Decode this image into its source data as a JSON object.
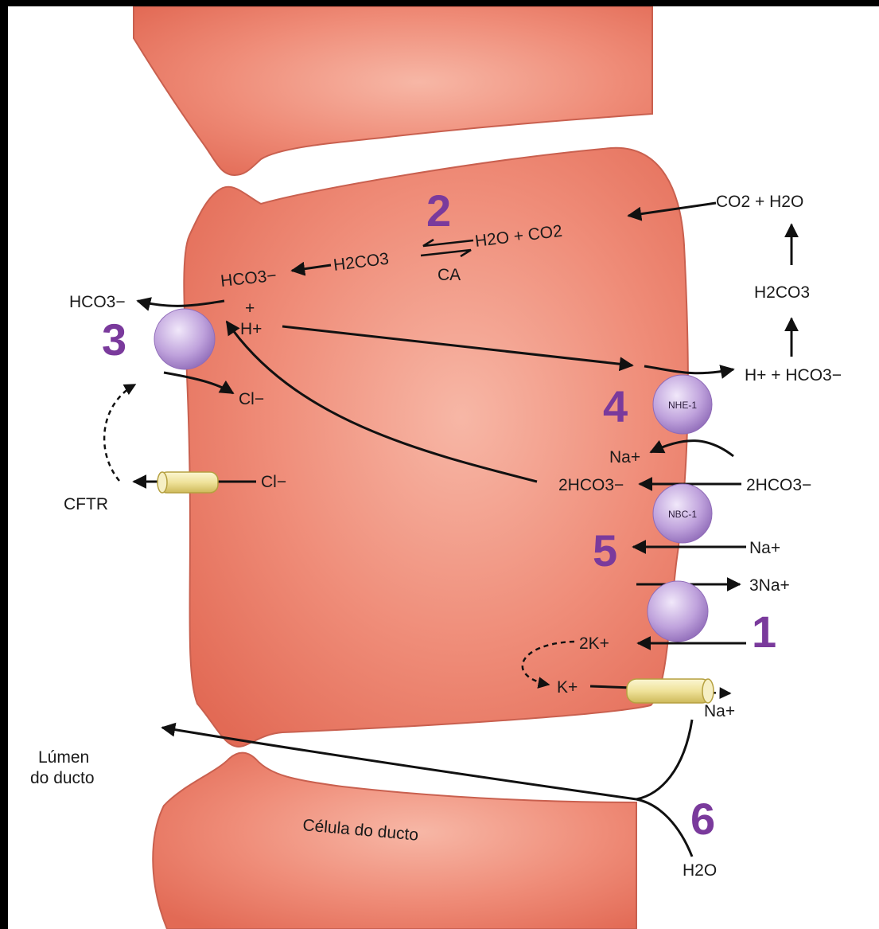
{
  "labels": {
    "hco3_out_left": "HCO3−",
    "hco3_in": "HCO3−",
    "h2co3_in": "H2CO3",
    "h2o_co2_in": "H2O + CO2",
    "ca": "CA",
    "co2_h2o_blood": "CO2 + H2O",
    "h2co3_blood": "H2CO3",
    "plus": "+",
    "h_plus_in": "H+",
    "h_hco3_blood": "H+ + HCO3−",
    "cl_in_top": "Cl−",
    "cftr": "CFTR",
    "cl_in_channel": "Cl−",
    "na_in_nhe": "Na+",
    "two_hco3_in": "2HCO3−",
    "two_hco3_blood": "2HCO3−",
    "na_blood_nbc": "Na+",
    "three_na": "3Na+",
    "two_k": "2K+",
    "k_in": "K+",
    "lumen": [
      "Lúmen",
      "do ducto"
    ],
    "cell_caption": "Célula do ducto",
    "na_paracellular": "Na+",
    "h2o_paracellular": "H2O"
  },
  "transporters": {
    "nhe1": "NHE-1",
    "nbc1": "NBC-1"
  },
  "step_numbers": {
    "n1": "1",
    "n2": "2",
    "n3": "3",
    "n4": "4",
    "n5": "5",
    "n6": "6"
  },
  "colors": {
    "cell": "#ec7f6c",
    "cell_edge": "#c9604f",
    "transporter": "#b79ad6",
    "channel": "#eee2a0",
    "step_number": "#7a3a9c"
  }
}
